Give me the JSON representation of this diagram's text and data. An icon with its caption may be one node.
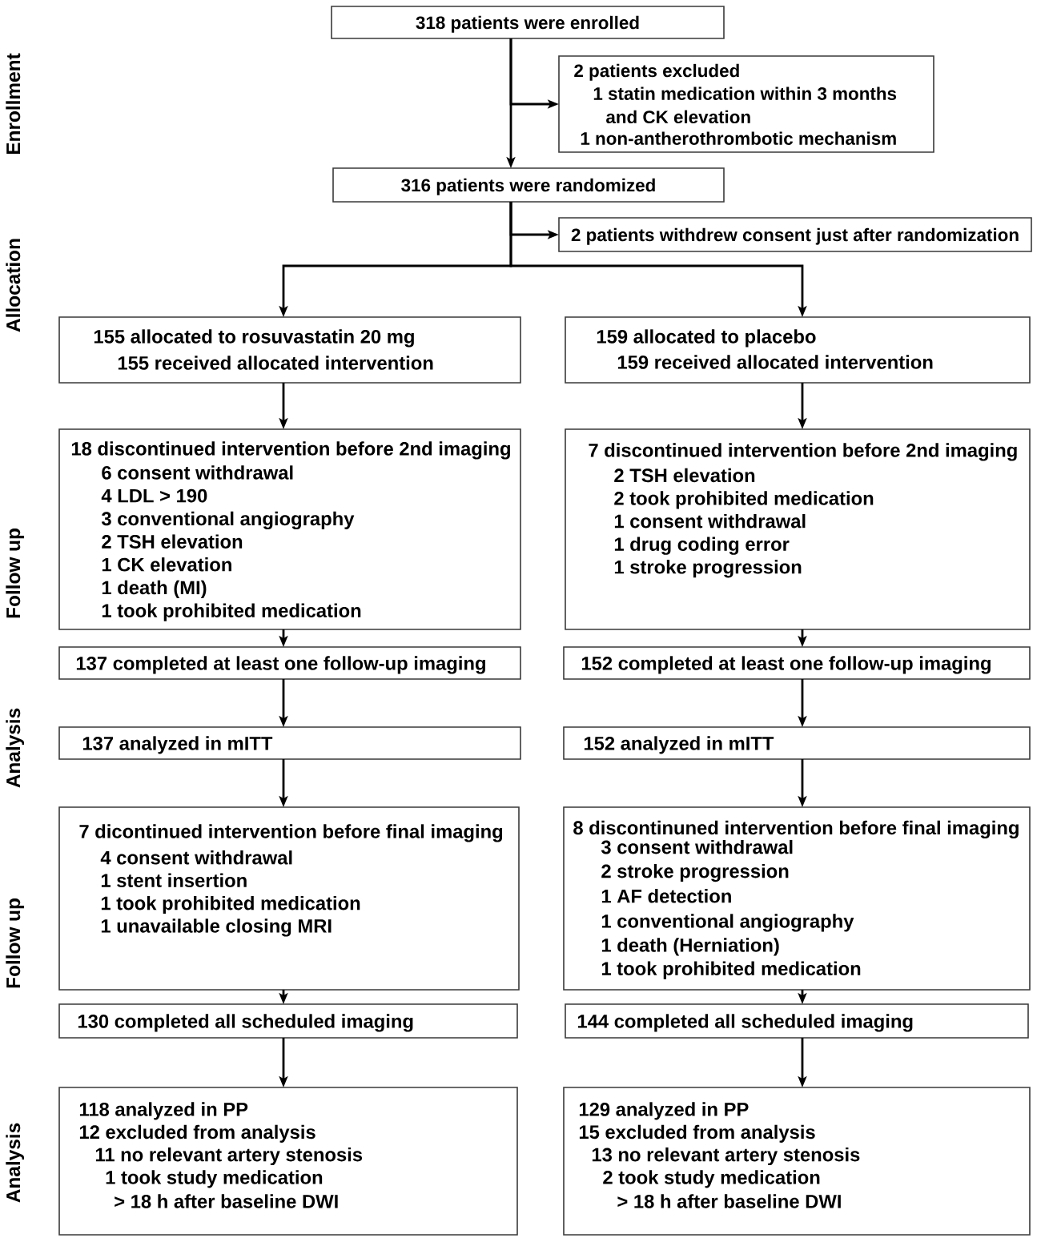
{
  "diagram": {
    "nodes": [
      {
        "text": [
          "318 patients were enrolled"
        ]
      },
      {
        "text": [
          "2 patients excluded",
          "1 statin medication within 3 months and CK elevation",
          "1 non-antherothrombotic mechanism"
        ]
      },
      {
        "text": [
          "316 patients were randomized"
        ]
      },
      {
        "text": [
          "2 patients withdrew consent just after randomization"
        ]
      },
      {
        "text": [
          "155 allocated to rosuvastatin 20 mg",
          "155 received allocated intervention"
        ]
      },
      {
        "text": [
          "159 allocated to placebo",
          "159 received allocated intervention"
        ]
      },
      {
        "text": [
          "18 discontinued intervention before 2nd imaging",
          "6 consent withdrawal",
          "4 LDL > 190",
          "3 conventional angiography",
          "2 TSH elevation",
          "1 CK elevation",
          "1 death (MI)",
          "1 took prohibited medication"
        ]
      },
      {
        "text": [
          "7 discontinued intervention before 2nd imaging",
          "2 TSH elevation",
          "2 took prohibited medication",
          "1 consent withdrawal",
          "1 drug coding error",
          "1 stroke progression"
        ]
      },
      {
        "text": [
          "137 completed at least one follow-up imaging"
        ]
      },
      {
        "text": [
          "152 completed at least one follow-up imaging"
        ]
      },
      {
        "text": [
          "137 analyzed in mITT"
        ]
      },
      {
        "text": [
          "152 analyzed in mITT"
        ]
      },
      {
        "text": [
          "7 dicontinued intervention before final imaging",
          "4 consent withdrawal",
          "1 stent insertion",
          "1 took prohibited medication",
          "1 unavailable closing MRI"
        ]
      },
      {
        "text": [
          "8 discontinuned intervention before final imaging",
          "3 consent withdrawal",
          "2 stroke progression",
          "1 AF detection",
          "1 conventional angiography",
          "1 death (Herniation)",
          "1 took prohibited medication"
        ]
      },
      {
        "text": [
          "130 completed all scheduled imaging"
        ]
      },
      {
        "text": [
          "144 completed all scheduled imaging"
        ]
      },
      {
        "text": [
          "118 analyzed in PP",
          "12 excluded from analysis",
          "11 no relevant artery stenosis",
          "1 took study medication > 18 h after baseline DWI"
        ]
      },
      {
        "text": [
          "129 analyzed in PP",
          "15 excluded from analysis",
          "13 no relevant artery stenosis",
          "2 took study medication > 18 h after baseline DWI"
        ]
      }
    ],
    "edges": [
      {
        "from": 0,
        "to": 2,
        "arrow": "to"
      },
      {
        "from": 0,
        "to": 1,
        "arrow": "to"
      },
      {
        "from": 2,
        "to": 3,
        "arrow": "to"
      },
      {
        "from": 2,
        "to": 4,
        "arrow": "to"
      },
      {
        "from": 2,
        "to": 5,
        "arrow": "to"
      },
      {
        "from": 4,
        "to": 6,
        "arrow": "to"
      },
      {
        "from": 5,
        "to": 7,
        "arrow": "to"
      },
      {
        "from": 6,
        "to": 8,
        "arrow": "to"
      },
      {
        "from": 7,
        "to": 9,
        "arrow": "to"
      },
      {
        "from": 8,
        "to": 10,
        "arrow": "to"
      },
      {
        "from": 9,
        "to": 11,
        "arrow": "to"
      },
      {
        "from": 10,
        "to": 12,
        "arrow": "to"
      },
      {
        "from": 11,
        "to": 13,
        "arrow": "to"
      },
      {
        "from": 12,
        "to": 14,
        "arrow": "to"
      },
      {
        "from": 13,
        "to": 15,
        "arrow": "to"
      },
      {
        "from": 14,
        "to": 16,
        "arrow": "to"
      },
      {
        "from": 15,
        "to": 17,
        "arrow": "to"
      }
    ],
    "labels": [
      "Enrollment",
      "Allocation",
      "Follow up",
      "Analysis",
      "Follow up",
      "Analysis"
    ]
  }
}
